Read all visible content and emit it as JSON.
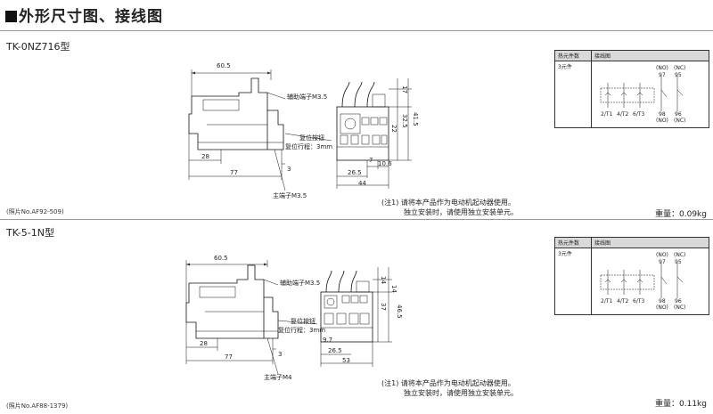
{
  "page_title": "外形尺寸图、接线图",
  "sections": [
    {
      "model": "TK-0NZ716型",
      "photo_ref": "(照片No.AF92-509)",
      "labels": {
        "aux": "辅助端子M3.5",
        "reset": "复位按钮",
        "reset_travel": "复位行程：3mm",
        "main": "主端子M3.5"
      },
      "dims": {
        "top_width": "60.5",
        "d28": "28",
        "d77": "77",
        "d3": "3",
        "d17": "17",
        "d22": "22",
        "d32_5": "32.5",
        "d41_5": "41.5",
        "d7": "7",
        "d26_5": "26.5",
        "d10_6": "10.6",
        "d44": "44"
      },
      "note_line1": "(注1) 请将本产品作为电动机起动器使用。",
      "note_line2": "独立安装时，请使用独立安装单元。",
      "weight": "重量：0.09kg",
      "table": {
        "col1": "热元件数",
        "col2": "接线图",
        "row_label": "3元件",
        "terminals": {
          "no_top": "(NO)",
          "nc_top": "(NC)",
          "t97": "97",
          "t95": "95",
          "t2": "2/T1",
          "t4": "4/T2",
          "t6": "6/T3",
          "t98": "98",
          "t96": "96",
          "no_bot": "(NO)",
          "nc_bot": "(NC)"
        }
      }
    },
    {
      "model": "TK-5-1N型",
      "photo_ref": "(照片No.AF88-1379)",
      "labels": {
        "aux": "辅助端子M3.5",
        "reset": "复位按钮",
        "reset_travel": "复位行程：3mm",
        "main": "主端子M4"
      },
      "dims": {
        "top_width": "60.5",
        "d28": "28",
        "d77": "77",
        "d3": "3",
        "d14a": "14",
        "d14b": "14",
        "d37": "37",
        "d46_5": "46.5",
        "d9_7": "9.7",
        "d26_5": "26.5",
        "d53": "53"
      },
      "note_line1": "(注1) 请将本产品作为电动机起动器使用。",
      "note_line2": "独立安装时，请使用独立安装单元。",
      "weight": "重量：0.11kg",
      "table": {
        "col1": "热元件数",
        "col2": "接线图",
        "row_label": "3元件",
        "terminals": {
          "no_top": "(NO)",
          "nc_top": "(NC)",
          "t97": "97",
          "t95": "95",
          "t2": "2/T1",
          "t4": "4/T2",
          "t6": "6/T3",
          "t98": "98",
          "t96": "96",
          "no_bot": "(NO)",
          "nc_bot": "(NC)"
        }
      }
    }
  ]
}
